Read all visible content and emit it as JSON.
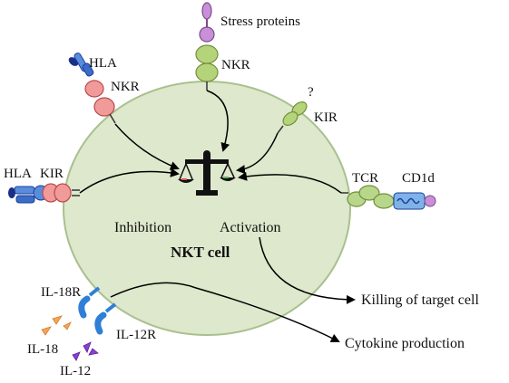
{
  "cell": {
    "name": "NKT cell",
    "inhibition_label": "Inhibition",
    "activation_label": "Activation"
  },
  "receptors": {
    "stress_proteins": "Stress proteins",
    "nkr_top": "NKR",
    "hla_topleft": "HLA",
    "nkr_topleft": "NKR",
    "question_mark": "?",
    "kir_right": "KIR",
    "hla_left": "HLA",
    "kir_left": "KIR",
    "tcr": "TCR",
    "cd1d": "CD1d",
    "il18r": "IL-18R",
    "il12r": "IL-12R",
    "il18": "IL-18",
    "il12": "IL-12"
  },
  "outcomes": {
    "killing": "Killing of target cell",
    "cytokine": "Cytokine production"
  },
  "colors": {
    "cell_fill": "#dde8cc",
    "cell_stroke": "#a9c08e",
    "nkr_green": "#b5d47a",
    "nkr_pink": "#f19a9a",
    "hla_blue": "#3b6cc8",
    "stress_purple": "#c98fd8",
    "tcr_green": "#b9d78a",
    "il_blue": "#2f7fd6",
    "il18_orange": "#f4a45a",
    "il12_purple": "#8a3fd1"
  }
}
